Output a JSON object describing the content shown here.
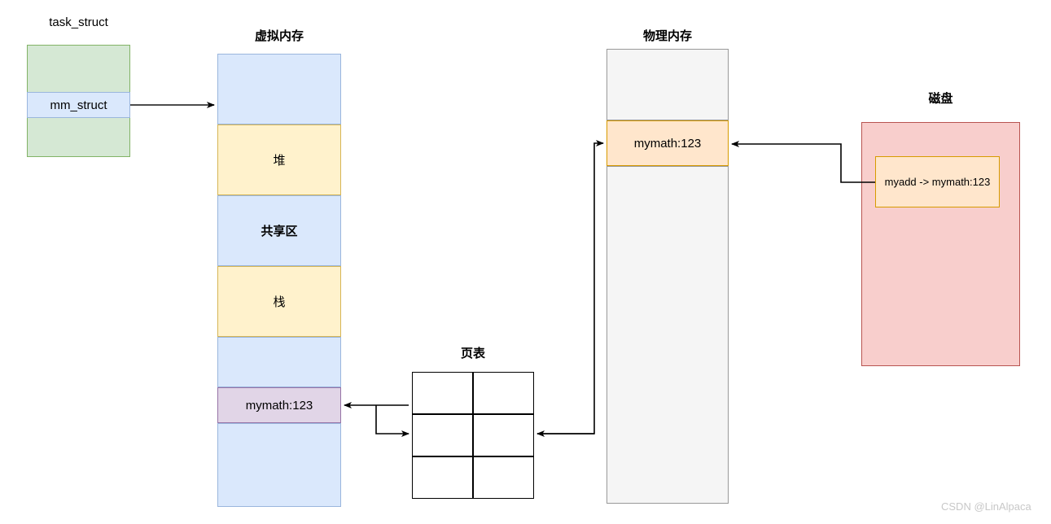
{
  "diagram": {
    "title_task_struct": "task_struct",
    "title_virtual_memory": "虚拟内存",
    "title_page_table": "页表",
    "title_physical_memory": "物理内存",
    "title_disk": "磁盘",
    "watermark": "CSDN @LinAlpaca"
  },
  "task_struct": {
    "label": "task_struct",
    "mm_struct_label": "mm_struct",
    "fill": "#d5e8d4",
    "border": "#82b366",
    "mm_fill": "#dae8fc",
    "mm_border": "#9ab6dd"
  },
  "virtual_memory": {
    "label": "虚拟内存",
    "segments": [
      {
        "name": "top-blank",
        "label": "",
        "color": "blue"
      },
      {
        "name": "heap",
        "label": "堆",
        "color": "yellow"
      },
      {
        "name": "shared-area",
        "label": "共享区",
        "color": "blue",
        "bold": true
      },
      {
        "name": "stack",
        "label": "栈",
        "color": "yellow"
      },
      {
        "name": "gap-blank",
        "label": "",
        "color": "blue"
      },
      {
        "name": "mymath-mapping",
        "label": "mymath:123",
        "color": "purple"
      },
      {
        "name": "bottom-blank",
        "label": "",
        "color": "blue"
      }
    ]
  },
  "page_table": {
    "label": "页表",
    "rows": 3,
    "cols": 2,
    "cells": [
      [
        "",
        ""
      ],
      [
        "",
        ""
      ],
      [
        "",
        ""
      ]
    ]
  },
  "physical_memory": {
    "label": "物理内存",
    "segments": [
      {
        "name": "upper-blank",
        "label": "",
        "color": "grey"
      },
      {
        "name": "mymath-frame",
        "label": "mymath:123",
        "color": "orange"
      },
      {
        "name": "lower-blank",
        "label": "",
        "color": "grey"
      }
    ]
  },
  "disk": {
    "label": "磁盘",
    "entry_label": "myadd -> mymath:123",
    "fill": "#f8cecc",
    "border": "#b85450",
    "entry_fill": "#ffe6cc",
    "entry_border": "#d79b00"
  },
  "arrows": [
    {
      "name": "mm-struct-to-virtual-memory"
    },
    {
      "name": "page-table-to-virtual-memory"
    },
    {
      "name": "virtual-memory-to-page-table"
    },
    {
      "name": "physical-memory-to-page-table"
    },
    {
      "name": "page-table-to-physical-memory"
    },
    {
      "name": "disk-to-physical-memory"
    }
  ]
}
